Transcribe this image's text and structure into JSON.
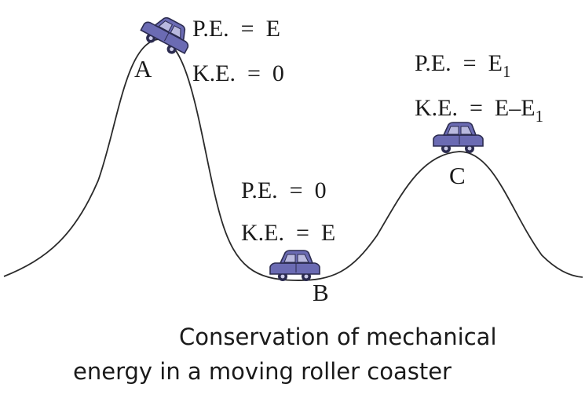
{
  "points": {
    "a": "A",
    "b": "B",
    "c": "C"
  },
  "labels": {
    "a_pe": "P.E.  =  E",
    "a_ke": "K.E.  =  0",
    "b_pe": "P.E.  =  0",
    "b_ke": "K.E.  =  E",
    "c_pe_prefix": "P.E.  =  E",
    "c_pe_sub": "1",
    "c_ke_prefix": "K.E.  =  E–E",
    "c_ke_sub": "1"
  },
  "caption": {
    "line1": "Conservation of mechanical",
    "line2": "energy in a moving roller coaster"
  },
  "colors": {
    "car_body": "#6b6bb3",
    "car_outline": "#2b2b4f",
    "track": "#2a2a2a"
  }
}
